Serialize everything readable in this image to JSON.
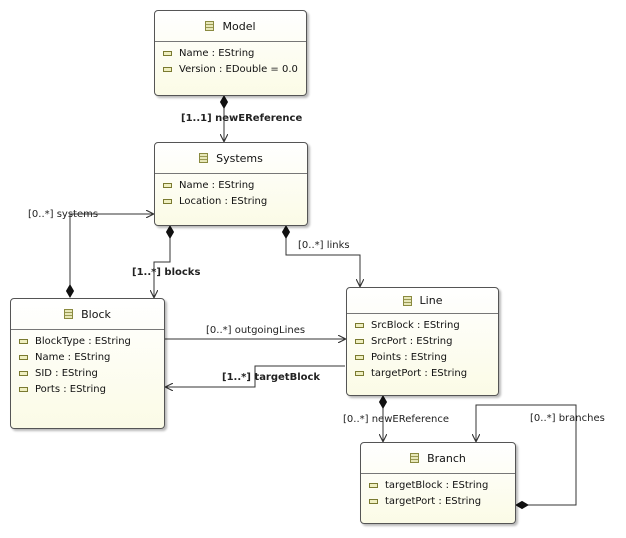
{
  "classes": {
    "model": {
      "name": "Model",
      "attrs": [
        "Name : EString",
        "Version : EDouble = 0.0"
      ]
    },
    "systems": {
      "name": "Systems",
      "attrs": [
        "Name : EString",
        "Location : EString"
      ]
    },
    "block": {
      "name": "Block",
      "attrs": [
        "BlockType : EString",
        "Name : EString",
        "SID : EString",
        "Ports : EString"
      ]
    },
    "line": {
      "name": "Line",
      "attrs": [
        "SrcBlock : EString",
        "SrcPort : EString",
        "Points : EString",
        "targetPort : EString"
      ]
    },
    "branch": {
      "name": "Branch",
      "attrs": [
        "targetBlock : EString",
        "targetPort : EString"
      ]
    }
  },
  "references": {
    "model_systems": "[1..1] newEReference",
    "systems_self": "[0..*] systems",
    "systems_blocks": "[1..*] blocks",
    "systems_links": "[0..*] links",
    "block_outgoing": "[0..*] outgoingLines",
    "line_target": "[1..*] targetBlock",
    "line_branch": "[0..*] newEReference",
    "branch_self": "[0..*] branches"
  }
}
